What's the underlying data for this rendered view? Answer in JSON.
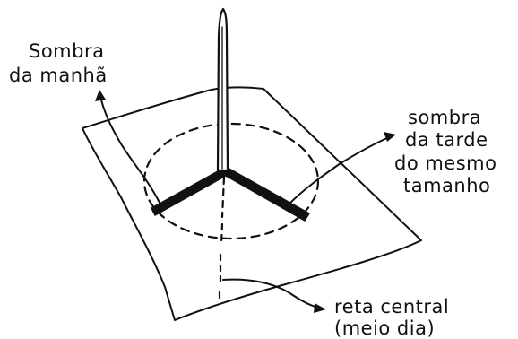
{
  "labels": {
    "morning_shadow": [
      "Sombra",
      "da manhã"
    ],
    "afternoon_shadow": [
      "sombra",
      "da tarde",
      "do mesmo",
      "tamanho"
    ],
    "central_line": [
      "reta central",
      "(meio dia)"
    ]
  },
  "colors": {
    "ink": "#111111",
    "paper": "#ffffff"
  }
}
